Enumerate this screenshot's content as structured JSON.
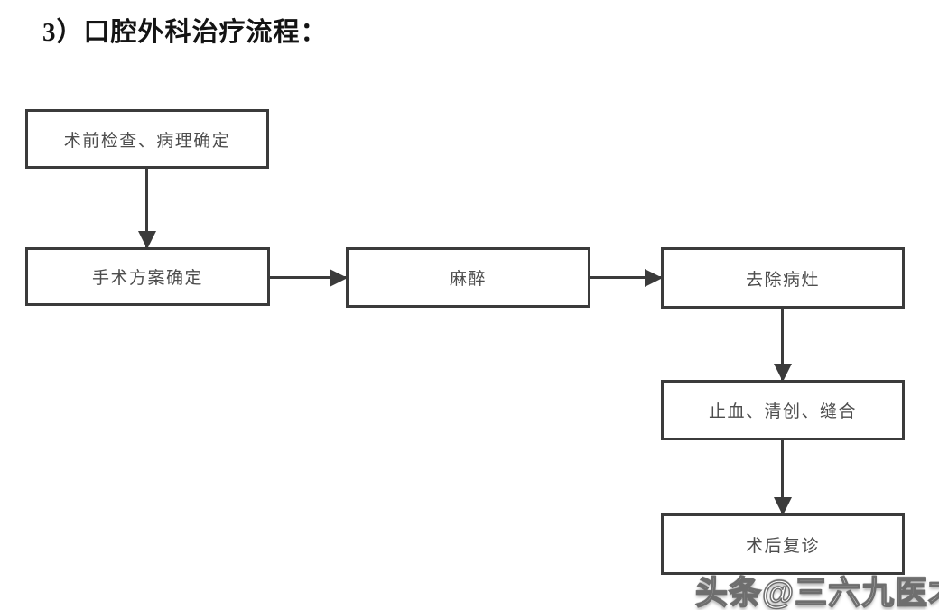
{
  "page": {
    "title": "3）口腔外科治疗流程："
  },
  "flowchart": {
    "type": "flowchart",
    "nodes": [
      {
        "id": "preop-check",
        "label": "术前检查、病理确定"
      },
      {
        "id": "surgery-plan",
        "label": "手术方案确定"
      },
      {
        "id": "anesthesia",
        "label": "麻醉"
      },
      {
        "id": "remove-lesion",
        "label": "去除病灶"
      },
      {
        "id": "hemostasis",
        "label": "止血、清创、缝合"
      },
      {
        "id": "followup",
        "label": "术后复诊"
      }
    ],
    "edges": [
      {
        "from": "preop-check",
        "to": "surgery-plan",
        "direction": "down"
      },
      {
        "from": "surgery-plan",
        "to": "anesthesia",
        "direction": "right"
      },
      {
        "from": "anesthesia",
        "to": "remove-lesion",
        "direction": "right"
      },
      {
        "from": "remove-lesion",
        "to": "hemostasis",
        "direction": "down"
      },
      {
        "from": "hemostasis",
        "to": "followup",
        "direction": "down"
      }
    ],
    "colors": {
      "box_border": "#3b3b3b",
      "box_fill": "#ffffff",
      "label_text": "#4d4d4d",
      "arrow": "#3b3b3b",
      "background": "#ffffff"
    }
  },
  "watermark": {
    "text": "头条@三六九医才网"
  }
}
